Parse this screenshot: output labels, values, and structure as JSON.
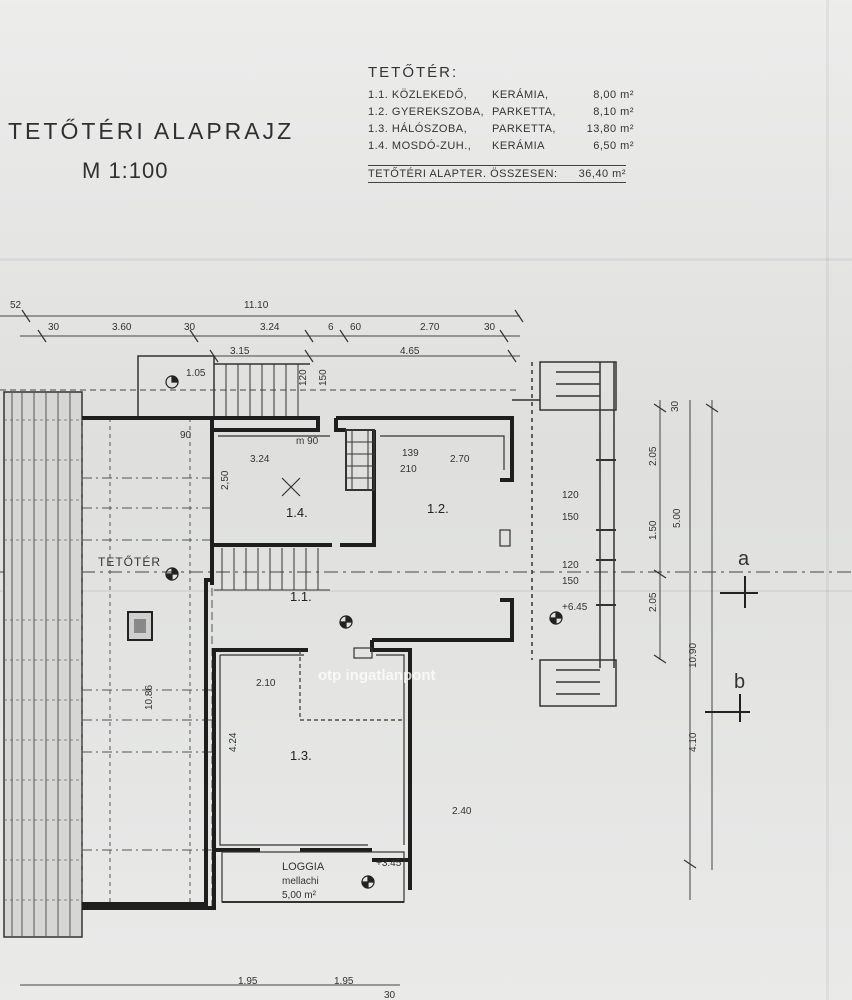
{
  "title": "TETŐTÉRI ALAPRAJZ",
  "scale": "M 1:100",
  "room_table": {
    "heading": "TETŐTÉR:",
    "rows": [
      {
        "name": "1.1. KÖZLEKEDŐ,",
        "floor": "KERÁMIA,",
        "area": "8,00 m²"
      },
      {
        "name": "1.2. GYEREKSZOBA,",
        "floor": "PARKETTA,",
        "area": "8,10 m²"
      },
      {
        "name": "1.3. HÁLÓSZOBA,",
        "floor": "PARKETTA,",
        "area": "13,80 m²"
      },
      {
        "name": "1.4. MOSDÓ-ZUH.,",
        "floor": "KERÁMIA",
        "area": "6,50 m²"
      }
    ],
    "total_label": "TETŐTÉRI ALAPTER. ÖSSZESEN:",
    "total_value": "36,40 m²"
  },
  "plan": {
    "rooms": {
      "r14": "1.4.",
      "r12": "1.2.",
      "r11": "1.1.",
      "r13": "1.3."
    },
    "labels": {
      "teto": "TETŐTÉR",
      "loggia": "LOGGIA",
      "loggia_sub": "mellachi",
      "loggia_area": "5,00 m²",
      "section_a": "a",
      "section_b": "b",
      "watermark": "otp ingatlanpont"
    },
    "dims": {
      "d52": "52",
      "d1110": "11.10",
      "d30a": "30",
      "d360": "3.60",
      "d30b": "30",
      "d324a": "3.24",
      "d6": "6",
      "d60": "60",
      "d270a": "2.70",
      "d30c": "30",
      "d315": "3.15",
      "d465": "4.65",
      "d105": "1.05",
      "d120a": "120",
      "d150a": "150",
      "d90a": "90",
      "d90b": "m 90",
      "d324b": "3.24",
      "d139": "139",
      "d210": "210",
      "d270b": "2.70",
      "d250": "2,50",
      "d120b": "120",
      "d150b": "150",
      "d120c": "120",
      "d150c": "150",
      "d205a": "2.05",
      "d150d": "1.50",
      "d500": "5.00",
      "d205b": "2.05",
      "d30v": "30",
      "d645": "+6.45",
      "d1086": "10.86",
      "d210b": "2.10",
      "d424": "4.24",
      "d240": "2.40",
      "d1090": "10.90",
      "d410": "4.10",
      "d345": "+3.45",
      "d195a": "1.95",
      "d195b": "1.95",
      "d30d": "30"
    }
  }
}
